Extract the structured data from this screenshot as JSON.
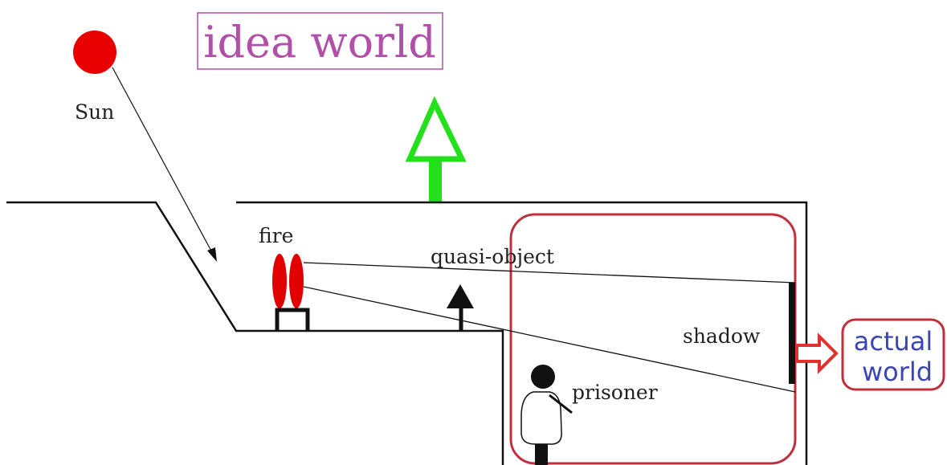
{
  "labels": {
    "idea_world": "idea world",
    "sun": "Sun",
    "fire": "fire",
    "quasi_object": "quasi-object",
    "shadow": "shadow",
    "prisoner": "prisoner",
    "actual_world_line1": "actual",
    "actual_world_line2": "world"
  },
  "colors": {
    "sun": "#e80000",
    "fire": "#e00000",
    "up_arrow": "#22e01a",
    "idea_world_text": "#b050a8",
    "idea_world_border": "#b050a8",
    "actual_world_text": "#3a46b4",
    "actual_world_border": "#c0303c",
    "highlight_box": "#c0303c",
    "outline": "#111111"
  },
  "icons": {
    "sun": "circle",
    "fire": "twin-flames",
    "quasi_object": "triangle-on-stick",
    "prisoner": "stick-figure",
    "up_arrow": "hollow-arrow-up",
    "right_arrow": "hollow-arrow-right"
  }
}
